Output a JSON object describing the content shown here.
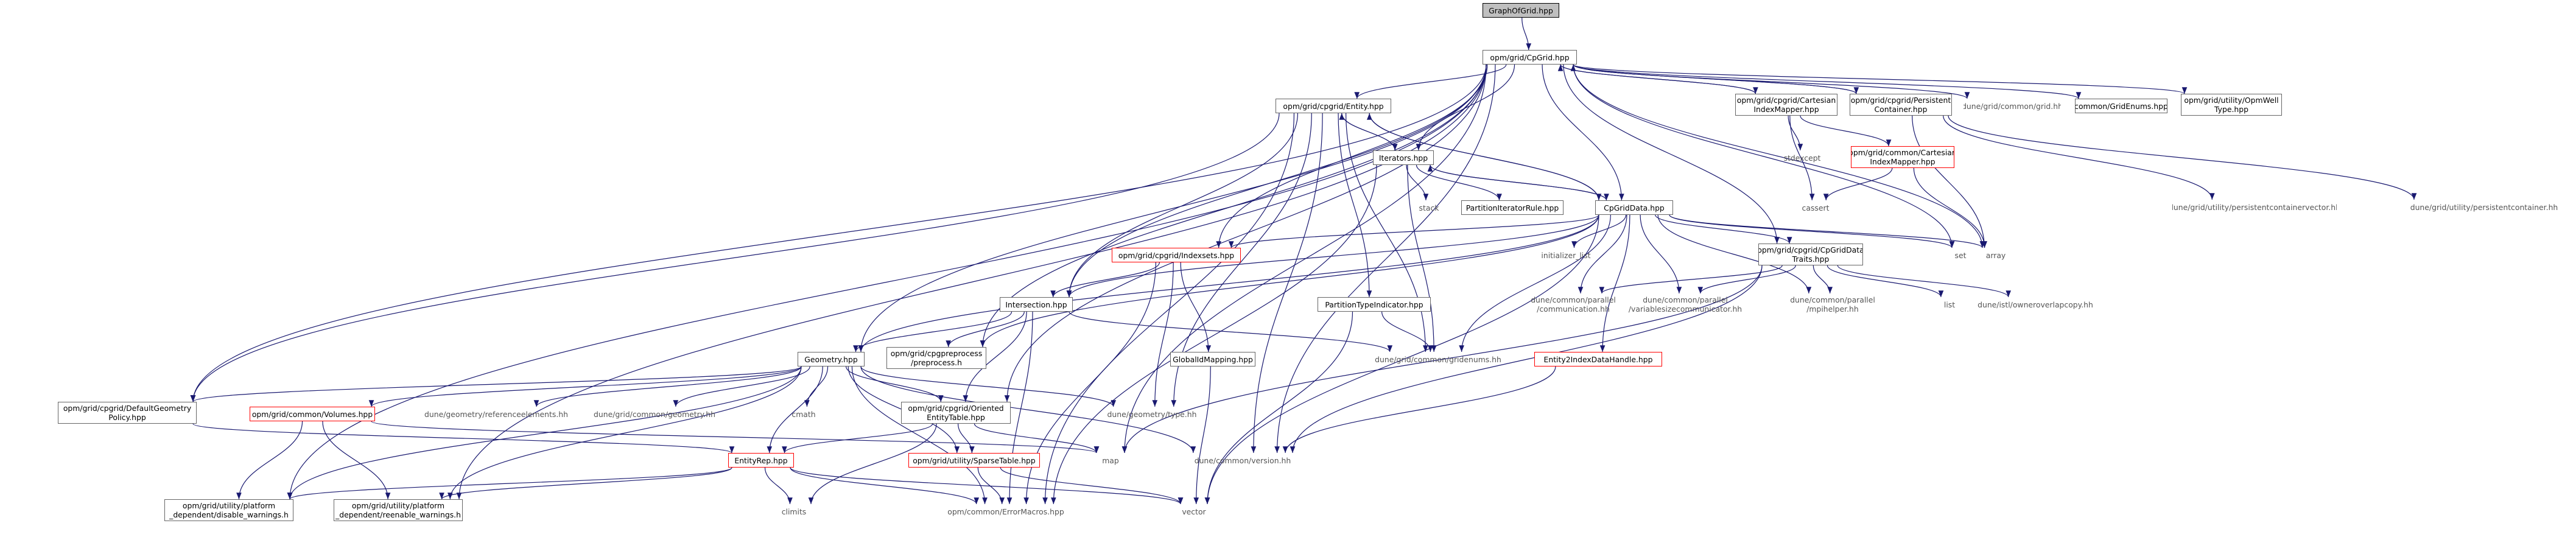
{
  "graph": {
    "nodes": [
      {
        "id": "graphofgrid",
        "label": "GraphOfGrid.hpp",
        "style": "g"
      },
      {
        "id": "cpgrid",
        "label": "opm/grid/CpGrid.hpp",
        "style": "k"
      },
      {
        "id": "entity",
        "label": "opm/grid/cpgrid/Entity.hpp",
        "style": "k"
      },
      {
        "id": "cartmapper",
        "label": "opm/grid/cpgrid/Cartesian\nIndexMapper.hpp",
        "style": "k"
      },
      {
        "id": "persistent",
        "label": "opm/grid/cpgrid/Persistent\nContainer.hpp",
        "style": "k"
      },
      {
        "id": "dunegrid",
        "label": "dune/grid/common/grid.hh",
        "style": "p"
      },
      {
        "id": "gridenums",
        "label": "common/GridEnums.hpp",
        "style": "k"
      },
      {
        "id": "opmwelltype",
        "label": "opm/grid/utility/OpmWell\nType.hpp",
        "style": "k"
      },
      {
        "id": "iterators",
        "label": "Iterators.hpp",
        "style": "k"
      },
      {
        "id": "stdexcept",
        "label": "stdexcept",
        "style": "p"
      },
      {
        "id": "cmncartmapper",
        "label": "opm/grid/common/Cartesian\nIndexMapper.hpp",
        "style": "r"
      },
      {
        "id": "stack",
        "label": "stack",
        "style": "p"
      },
      {
        "id": "partiter",
        "label": "PartitionIteratorRule.hpp",
        "style": "k"
      },
      {
        "id": "cpgriddata",
        "label": "CpGridData.hpp",
        "style": "k"
      },
      {
        "id": "cassert",
        "label": "cassert",
        "style": "p"
      },
      {
        "id": "pcvector",
        "label": "dune/grid/utility/persistentcontainervector.hh",
        "style": "p"
      },
      {
        "id": "pccontainer",
        "label": "dune/grid/utility/persistentcontainer.hh",
        "style": "p"
      },
      {
        "id": "indexsets",
        "label": "opm/grid/cpgrid/Indexsets.hpp",
        "style": "r"
      },
      {
        "id": "initlist",
        "label": "initializer_list",
        "style": "p"
      },
      {
        "id": "set",
        "label": "set",
        "style": "p"
      },
      {
        "id": "array",
        "label": "array",
        "style": "p"
      },
      {
        "id": "datatraits",
        "label": "opm/grid/cpgrid/CpGridData\nTraits.hpp",
        "style": "k"
      },
      {
        "id": "intersection",
        "label": "Intersection.hpp",
        "style": "k"
      },
      {
        "id": "parallelcomm",
        "label": "dune/common/parallel\n/communication.hh",
        "style": "p"
      },
      {
        "id": "varsizecomm",
        "label": "dune/common/parallel\n/variablesizecommunicator.hh",
        "style": "p"
      },
      {
        "id": "mpihelper",
        "label": "dune/common/parallel\n/mpihelper.hh",
        "style": "p"
      },
      {
        "id": "list",
        "label": "list",
        "style": "p"
      },
      {
        "id": "owneroverlap",
        "label": "dune/istl/owneroverlapcopy.hh",
        "style": "p"
      },
      {
        "id": "parttypeind",
        "label": "PartitionTypeIndicator.hpp",
        "style": "k"
      },
      {
        "id": "geometry",
        "label": "Geometry.hpp",
        "style": "k"
      },
      {
        "id": "preprocess",
        "label": "opm/grid/cpgpreprocess\n/preprocess.h",
        "style": "k"
      },
      {
        "id": "duneenums",
        "label": "dune/grid/common/gridenums.hh",
        "style": "p"
      },
      {
        "id": "globalid",
        "label": "GlobalIdMapping.hpp",
        "style": "k"
      },
      {
        "id": "entity2index",
        "label": "Entity2IndexDataHandle.hpp",
        "style": "r"
      },
      {
        "id": "defaultgeom",
        "label": "opm/grid/cpgrid/DefaultGeometry\nPolicy.hpp",
        "style": "k"
      },
      {
        "id": "volumes",
        "label": "opm/grid/common/Volumes.hpp",
        "style": "r"
      },
      {
        "id": "refelements",
        "label": "dune/geometry/referenceelements.hh",
        "style": "p"
      },
      {
        "id": "dunegeometry",
        "label": "dune/grid/common/geometry.hh",
        "style": "p"
      },
      {
        "id": "cmath",
        "label": "cmath",
        "style": "p"
      },
      {
        "id": "orientedtable",
        "label": "opm/grid/cpgrid/Oriented\nEntityTable.hpp",
        "style": "k"
      },
      {
        "id": "geomtype",
        "label": "dune/geometry/type.hh",
        "style": "p"
      },
      {
        "id": "map",
        "label": "map",
        "style": "p"
      },
      {
        "id": "version",
        "label": "dune/common/version.hh",
        "style": "p"
      },
      {
        "id": "entityrep",
        "label": "EntityRep.hpp",
        "style": "r"
      },
      {
        "id": "sparsetable",
        "label": "opm/grid/utility/SparseTable.hpp",
        "style": "r"
      },
      {
        "id": "climits",
        "label": "climits",
        "style": "p"
      },
      {
        "id": "errormacros",
        "label": "opm/common/ErrorMacros.hpp",
        "style": "p"
      },
      {
        "id": "vector",
        "label": "vector",
        "style": "p"
      },
      {
        "id": "disablewarnings",
        "label": "opm/grid/utility/platform\n_dependent/disable_warnings.h",
        "style": "k"
      },
      {
        "id": "reenablewarnings",
        "label": "opm/grid/utility/platform\n_dependent/reenable_warnings.h",
        "style": "k"
      }
    ],
    "edges": [
      [
        "graphofgrid",
        "cpgrid"
      ],
      [
        "cpgrid",
        "entity"
      ],
      [
        "cpgrid",
        "cartmapper"
      ],
      [
        "cpgrid",
        "persistent"
      ],
      [
        "cpgrid",
        "dunegrid"
      ],
      [
        "cpgrid",
        "gridenums"
      ],
      [
        "cpgrid",
        "opmwelltype"
      ],
      [
        "cpgrid",
        "iterators"
      ],
      [
        "cpgrid",
        "cpgriddata"
      ],
      [
        "cpgrid",
        "indexsets"
      ],
      [
        "cpgrid",
        "intersection"
      ],
      [
        "cpgrid",
        "geometry"
      ],
      [
        "cpgrid",
        "preprocess"
      ],
      [
        "cpgrid",
        "defaultgeom"
      ],
      [
        "cpgrid",
        "orientedtable"
      ],
      [
        "cpgrid",
        "datatraits"
      ],
      [
        "cpgrid",
        "set"
      ],
      [
        "cpgrid",
        "array"
      ],
      [
        "cpgrid",
        "map"
      ],
      [
        "cpgrid",
        "version"
      ],
      [
        "cpgrid",
        "disablewarnings"
      ],
      [
        "cpgrid",
        "reenablewarnings"
      ],
      [
        "entity",
        "iterators"
      ],
      [
        "entity",
        "cpgriddata"
      ],
      [
        "entity",
        "intersection"
      ],
      [
        "entity",
        "parttypeind"
      ],
      [
        "entity",
        "duneenums"
      ],
      [
        "entity",
        "geomtype"
      ],
      [
        "entity",
        "version"
      ],
      [
        "entity",
        "defaultgeom"
      ],
      [
        "entity",
        "errormacros"
      ],
      [
        "cartmapper",
        "stdexcept"
      ],
      [
        "cartmapper",
        "cmncartmapper"
      ],
      [
        "cartmapper",
        "cassert"
      ],
      [
        "cartmapper",
        "cpgrid"
      ],
      [
        "cmncartmapper",
        "cassert"
      ],
      [
        "cmncartmapper",
        "array"
      ],
      [
        "persistent",
        "pcvector"
      ],
      [
        "persistent",
        "pccontainer"
      ],
      [
        "persistent",
        "array"
      ],
      [
        "persistent",
        "cpgrid"
      ],
      [
        "iterators",
        "stack"
      ],
      [
        "iterators",
        "partiter"
      ],
      [
        "iterators",
        "cpgriddata"
      ],
      [
        "iterators",
        "duneenums"
      ],
      [
        "iterators",
        "entity"
      ],
      [
        "iterators",
        "errormacros"
      ],
      [
        "cpgriddata",
        "entity"
      ],
      [
        "cpgriddata",
        "iterators"
      ],
      [
        "cpgriddata",
        "initlist"
      ],
      [
        "cpgriddata",
        "set"
      ],
      [
        "cpgriddata",
        "array"
      ],
      [
        "cpgriddata",
        "indexsets"
      ],
      [
        "cpgriddata",
        "datatraits"
      ],
      [
        "cpgriddata",
        "parallelcomm"
      ],
      [
        "cpgriddata",
        "varsizecomm"
      ],
      [
        "cpgriddata",
        "mpihelper"
      ],
      [
        "cpgriddata",
        "geometry"
      ],
      [
        "cpgriddata",
        "entity2index"
      ],
      [
        "cpgriddata",
        "duneenums"
      ],
      [
        "cpgriddata",
        "vector"
      ],
      [
        "cpgriddata",
        "intersection"
      ],
      [
        "cpgriddata",
        "preprocess"
      ],
      [
        "indexsets",
        "intersection"
      ],
      [
        "indexsets",
        "globalid"
      ],
      [
        "indexsets",
        "geomtype"
      ],
      [
        "indexsets",
        "errormacros"
      ],
      [
        "datatraits",
        "parallelcomm"
      ],
      [
        "datatraits",
        "varsizecomm"
      ],
      [
        "datatraits",
        "mpihelper"
      ],
      [
        "datatraits",
        "list"
      ],
      [
        "datatraits",
        "owneroverlap"
      ],
      [
        "datatraits",
        "map"
      ],
      [
        "intersection",
        "geometry"
      ],
      [
        "intersection",
        "preprocess"
      ],
      [
        "intersection",
        "orientedtable"
      ],
      [
        "intersection",
        "duneenums"
      ],
      [
        "intersection",
        "errormacros"
      ],
      [
        "parttypeind",
        "duneenums"
      ],
      [
        "parttypeind",
        "vector"
      ],
      [
        "globalid",
        "vector"
      ],
      [
        "entity2index",
        "version"
      ],
      [
        "geometry",
        "defaultgeom"
      ],
      [
        "geometry",
        "volumes"
      ],
      [
        "geometry",
        "refelements"
      ],
      [
        "geometry",
        "dunegeometry"
      ],
      [
        "geometry",
        "cmath"
      ],
      [
        "geometry",
        "orientedtable"
      ],
      [
        "geometry",
        "geomtype"
      ],
      [
        "geometry",
        "entityrep"
      ],
      [
        "geometry",
        "sparsetable"
      ],
      [
        "geometry",
        "version"
      ],
      [
        "geometry",
        "errormacros"
      ],
      [
        "geometry",
        "disablewarnings"
      ],
      [
        "geometry",
        "reenablewarnings"
      ],
      [
        "defaultgeom",
        "entityrep"
      ],
      [
        "volumes",
        "disablewarnings"
      ],
      [
        "volumes",
        "reenablewarnings"
      ],
      [
        "volumes",
        "map"
      ],
      [
        "orientedtable",
        "entityrep"
      ],
      [
        "orientedtable",
        "sparsetable"
      ],
      [
        "orientedtable",
        "map"
      ],
      [
        "orientedtable",
        "climits"
      ],
      [
        "entityrep",
        "climits"
      ],
      [
        "entityrep",
        "errormacros"
      ],
      [
        "entityrep",
        "vector"
      ],
      [
        "entityrep",
        "disablewarnings"
      ],
      [
        "entityrep",
        "reenablewarnings"
      ],
      [
        "sparsetable",
        "errormacros"
      ],
      [
        "sparsetable",
        "vector"
      ],
      [
        "datatraits",
        "version"
      ]
    ]
  }
}
